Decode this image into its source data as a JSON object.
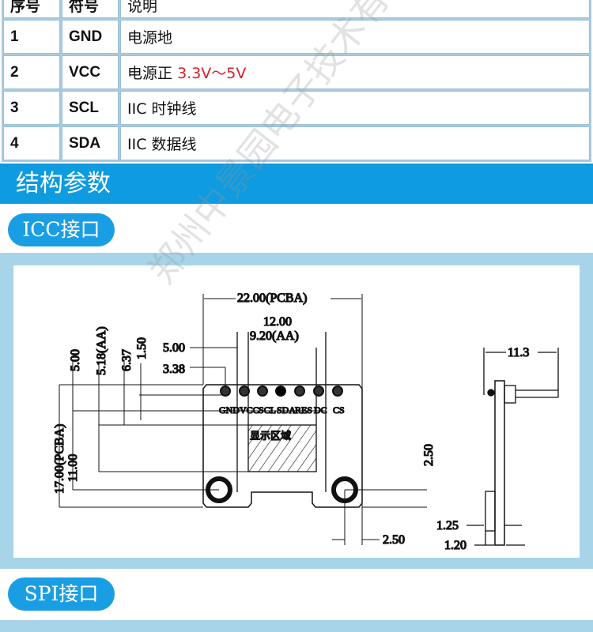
{
  "table": {
    "headers": [
      "序号",
      "符号",
      "说明"
    ],
    "rows": [
      {
        "no": "1",
        "symbol": "GND",
        "desc": "电源地",
        "extra": ""
      },
      {
        "no": "2",
        "symbol": "VCC",
        "desc": "电源正",
        "extra": "3.3V～5V"
      },
      {
        "no": "3",
        "symbol": "SCL",
        "desc": "IIC 时钟线",
        "extra": ""
      },
      {
        "no": "4",
        "symbol": "SDA",
        "desc": "IIC 数据线",
        "extra": ""
      }
    ]
  },
  "section_title": "结构参数",
  "icc_label": "ICC接口",
  "spi_label": "SPI接口",
  "watermark": "郑州中景园电子技术有限公司",
  "diagram": {
    "dims": {
      "pcba_w": "22.00(PCBA)",
      "d12": "12.00",
      "aa_w": "9.20(AA)",
      "d500h": "5.00",
      "d338": "3.38",
      "d500v": "5.00",
      "aa_h": "5.18(AA)",
      "d637": "6.37",
      "d150": "1.50",
      "pcba_h": "17.00(PCBA)",
      "d1100": "11.00",
      "d250v": "2.50",
      "d250h": "2.50",
      "side": "11.3",
      "d125": "1.25",
      "d120": "1.20"
    },
    "pins": [
      "GND",
      "VCC",
      "SCL",
      "SDA",
      "RES",
      "DC",
      "CS"
    ],
    "display_area": "显示区域"
  }
}
